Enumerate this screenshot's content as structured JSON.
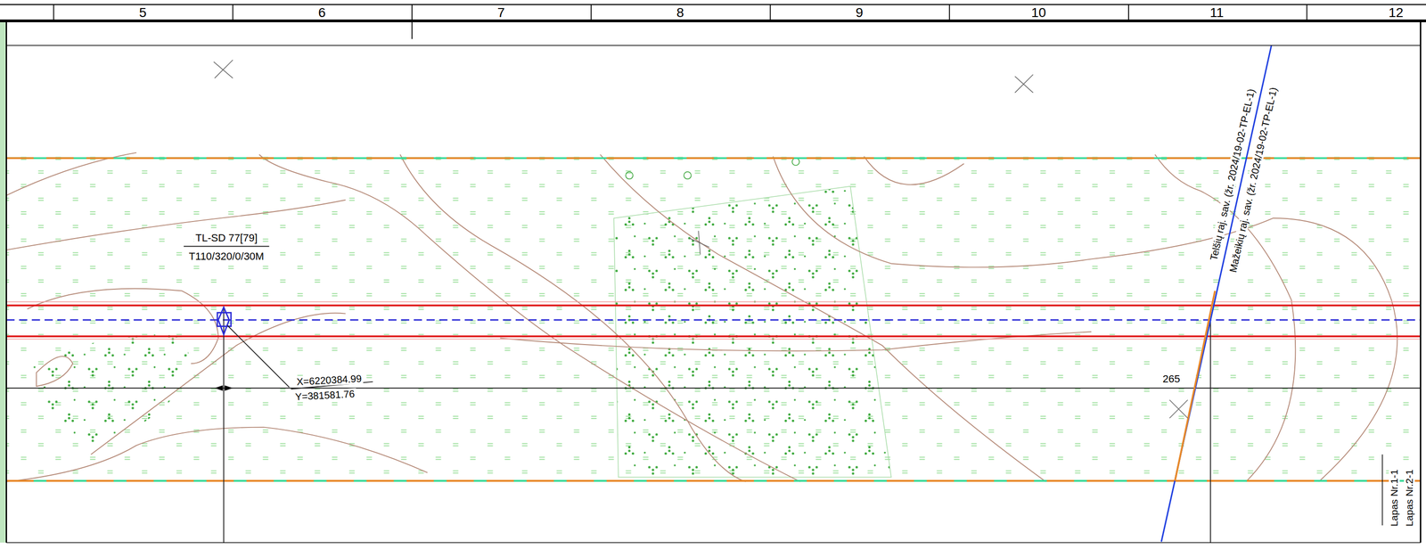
{
  "diagram": {
    "labels": [
      "5",
      "6",
      "7",
      "8",
      "9",
      "10",
      "11",
      "12",
      "TL-SD 77[79]",
      "T110/320/0/30M",
      "X=6220384.99",
      "Y=381581.76",
      "265",
      "Telšių raj. sav. (žr. 2024/19-02-TP-EL-1)",
      "Mažeikių raj. sav. (žr. 2024/19-02-TP-EL-1)",
      "Lapas Nr.1-1",
      "Lapas Nr.2-1"
    ]
  }
}
